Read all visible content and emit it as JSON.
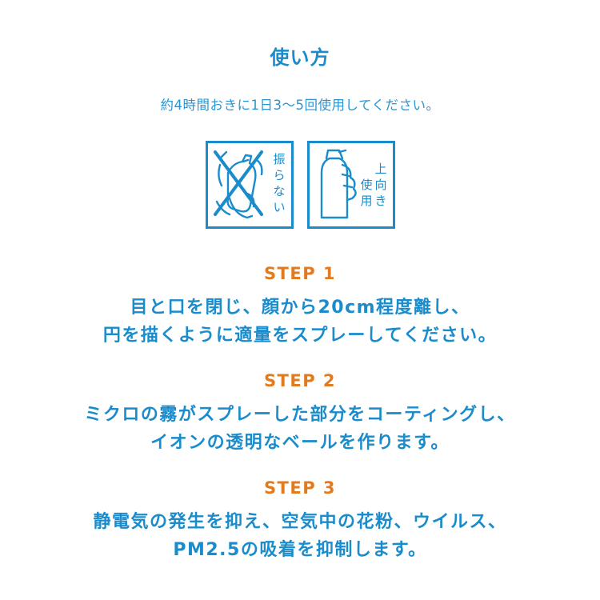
{
  "header": {
    "title": "使い方",
    "subtitle": "約4時間おきに1日3〜5回使用してください。"
  },
  "icons": [
    {
      "name": "do-not-shake-icon",
      "label": "振らない"
    },
    {
      "name": "use-upright-icon",
      "label_line1": "上向き",
      "label_line2": "使用"
    }
  ],
  "steps": [
    {
      "heading": "STEP 1",
      "line1": "目と口を閉じ、顔から20cm程度離し、",
      "line2": "円を描くように適量をスプレーしてください。"
    },
    {
      "heading": "STEP 2",
      "line1": "ミクロの霧がスプレーした部分をコーティングし、",
      "line2": "イオンの透明なベールを作ります。"
    },
    {
      "heading": "STEP 3",
      "line1": "静電気の発生を抑え、空気中の花粉、ウイルス、",
      "line2": "PM2.5の吸着を抑制します。"
    }
  ],
  "colors": {
    "primary": "#1a8ccc",
    "accent": "#e07b1f",
    "background": "#ffffff"
  }
}
